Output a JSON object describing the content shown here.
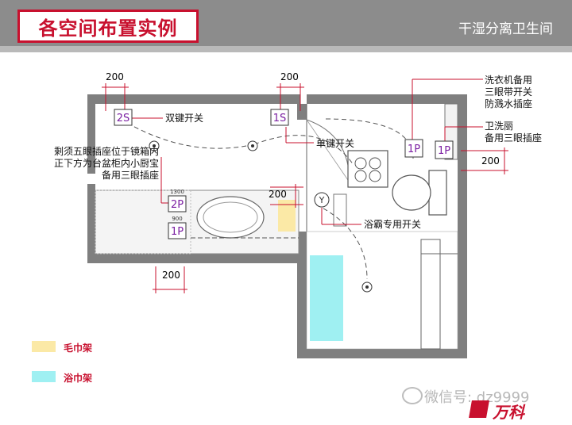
{
  "header": {
    "title": "各空间布置实例",
    "subtitle": "干湿分离卫生间"
  },
  "dimensions": {
    "top_left": "200",
    "top_mid": "200",
    "right": "200",
    "mid_left": "200",
    "bottom": "200"
  },
  "annotations": {
    "double_switch": "双键开关",
    "single_switch": "单键开关",
    "washer_socket": [
      "洗衣机备用",
      "三眼带开关",
      "防溅水插座"
    ],
    "toilet_socket": [
      "卫洗丽",
      "备用三眼插座"
    ],
    "mirror_socket": [
      "剩须五眼插座位于镜箱内",
      "正下方为台盆柜内小厨宝",
      "备用三眼插座"
    ],
    "bath_heater_switch": "浴霸专用开关"
  },
  "symbols": {
    "switch_2s": "2S",
    "switch_1s": "1S",
    "socket_2p": "2P",
    "socket_1p_a": "1P",
    "socket_1p_b": "1P",
    "socket_1p_c": "1P",
    "heater_y": "Y",
    "height_1300": "1300",
    "height_900": "900"
  },
  "legend": [
    {
      "label": "毛巾架",
      "color": "#fbe9a6"
    },
    {
      "label": "浴巾架",
      "color": "#9ff0f2"
    }
  ],
  "colors": {
    "accent": "#c8102e",
    "wall": "#7f7f7f",
    "symbol": "#7b1fa2"
  },
  "watermark": "微信号: dz9999",
  "brand": "万科"
}
